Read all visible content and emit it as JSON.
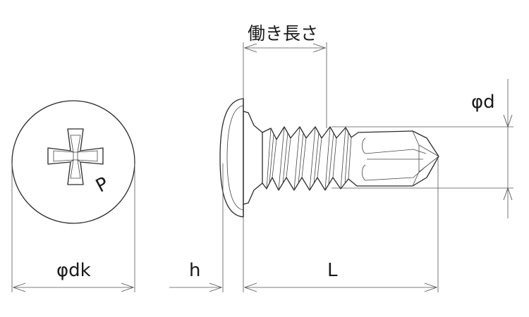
{
  "labels": {
    "working_length": "働き長さ",
    "thread_diameter": "φd",
    "head_diameter": "φdk",
    "head_height": "h",
    "length": "L",
    "head_mark": "P"
  }
}
